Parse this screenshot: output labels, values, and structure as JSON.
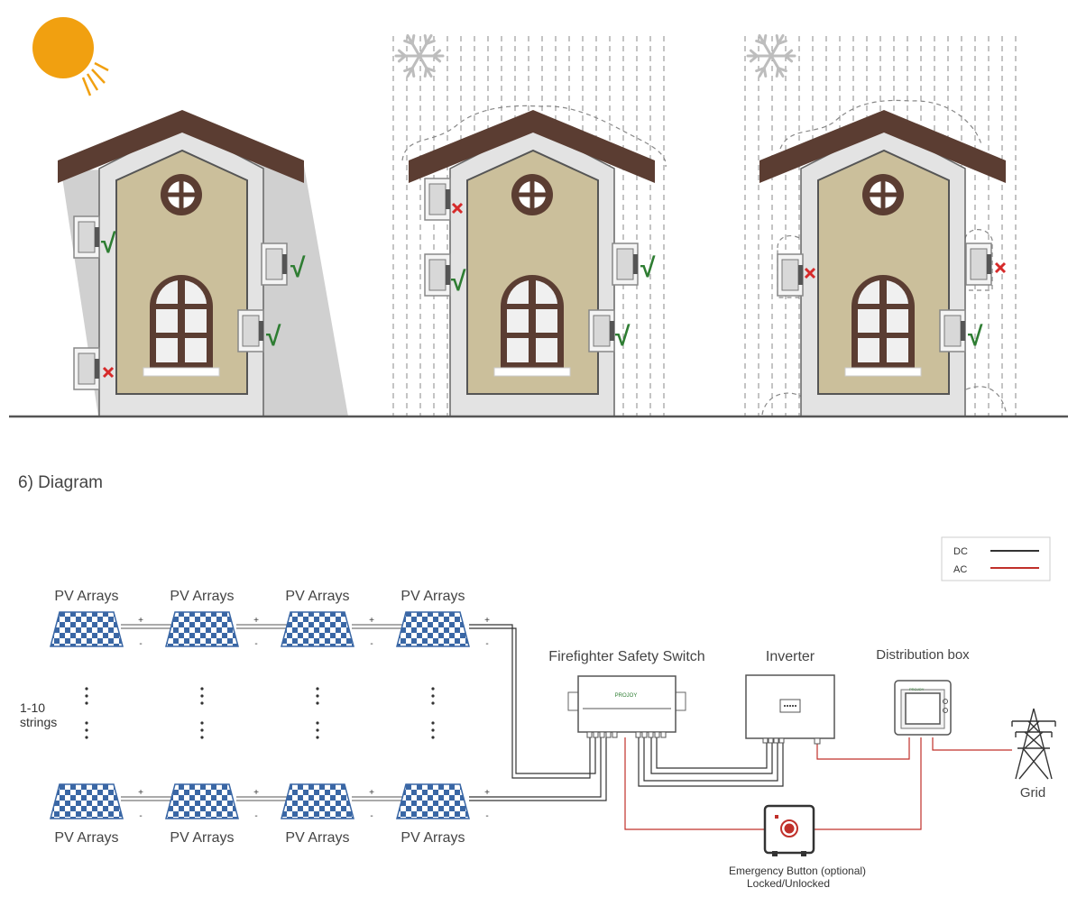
{
  "section": {
    "title": "6) Diagram"
  },
  "scenes": [
    {
      "condition": "sun",
      "marks": [
        "check",
        "check",
        "check",
        "cross"
      ]
    },
    {
      "condition": "snow",
      "marks": [
        "cross",
        "check",
        "check",
        "check"
      ]
    },
    {
      "condition": "deep-snow",
      "marks": [
        "cross",
        "cross",
        "check"
      ]
    }
  ],
  "diagram": {
    "legend": {
      "dc": "DC",
      "ac": "AC"
    },
    "pv_label": "PV Arrays",
    "strings_label": [
      "1-10",
      "strings"
    ],
    "plus": "+",
    "minus": "-",
    "switch_label": "Firefighter Safety Switch",
    "switch_brand": "PROJOY",
    "inverter_label": "Inverter",
    "distribution_label": "Distribution box",
    "distribution_brand": "PROJOY",
    "grid_label": "Grid",
    "emergency_label": [
      "Emergency Button (optional)",
      "Locked/Unlocked"
    ]
  },
  "colors": {
    "roof": "#5b3d32",
    "wall": "#e3e3e3",
    "facade": "#cbbf9b",
    "house_stroke": "#666666",
    "check": "#2e7d32",
    "cross": "#d62a2a",
    "sun": "#f1a010",
    "shadow": "#d0d0d0",
    "panel": "#3a67a5",
    "dc_wire": "#333333",
    "ac_wire": "#c0302a"
  }
}
